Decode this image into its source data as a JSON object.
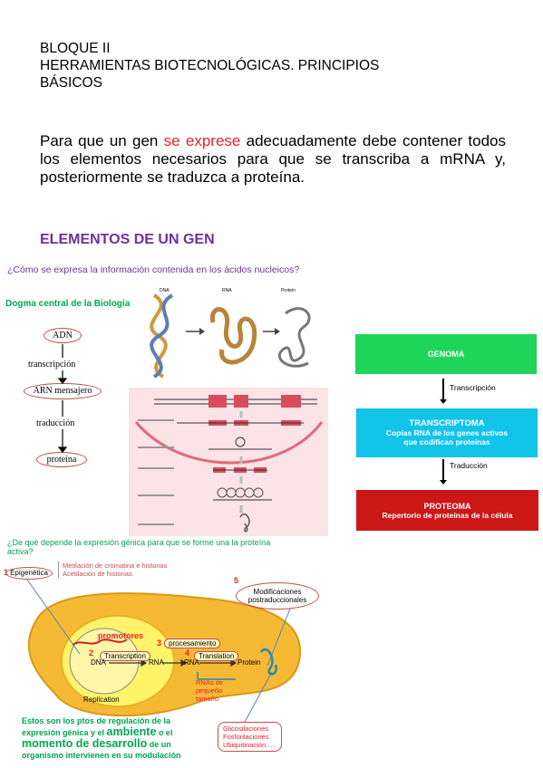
{
  "header": {
    "line1": "BLOQUE II",
    "line2": "HERRAMIENTAS BIOTECNOLÓGICAS. PRINCIPIOS",
    "line3": "BÁSICOS"
  },
  "intro": {
    "before": "Para que un gen ",
    "highlight": "se exprese",
    "after": " adecuadamente debe contener todos los elementos necesarios para que se transcriba a mRNA y, posteriormente se traduzca a proteína."
  },
  "section_title": "ELEMENTOS DE UN GEN",
  "question1": "¿Cómo se expresa la información contenida en los ácidos nucleicos?",
  "dogma": {
    "title": "Dogma central de la Biología",
    "adn": "ADN",
    "transcripcion": "transcripción",
    "arn": "ARN mensajero",
    "traduccion": "traducción",
    "proteina": "proteína"
  },
  "figure": {
    "dna": "DNA",
    "rna": "RNA",
    "protein": "Protein"
  },
  "flow": {
    "genoma": "GENOMA",
    "transcripcion": "Transcripción",
    "transcriptoma_title": "TRANSCRIPTOMA",
    "transcriptoma_sub1": "Copias RNA de los genes activos",
    "transcriptoma_sub2": "que codifican proteínas",
    "traduccion": "Traducción",
    "proteoma_title": "PROTEOMA",
    "proteoma_sub": "Repertorio de proteínas de la célula",
    "colors": {
      "genoma": "#1fd65a",
      "transcriptoma": "#12c3ea",
      "proteoma": "#cc1717"
    }
  },
  "bottom": {
    "question2_line1": "¿De qué depende la expresión génica para que se forme una la proteína",
    "question2_line2": "activa?",
    "n1": "1",
    "epigenetica": "Epigenética",
    "epi1": "Metilación de cromatina e histonas",
    "epi2": "Acetilación de histonas",
    "n5": "5",
    "mod1": "Modificaciones",
    "mod2": "postraduccionales",
    "promotores": "promotores",
    "n3": "3",
    "procesamiento": "procesamiento",
    "n2": "2",
    "transcription": "Transcription",
    "n4": "4",
    "translation": "Translation",
    "dna": "DNA",
    "rna1": "RNA",
    "rna2": "RNA",
    "protein": "Protein",
    "replication": "Replication",
    "rnas1": "RNAs de",
    "rnas2": "pequeño",
    "rnas3": "tamaño",
    "glic1": "Glicosilaciones",
    "glic2": "Fosforilaciones",
    "glic3": "Ubiquitinación…..",
    "estos1": "Estos son los ptos de regulación de la",
    "estos2a": "expresión génica y el ",
    "estos2b": "ambiente",
    "estos2c": " o el",
    "estos3a": "momento de desarrollo",
    "estos3b": " de un",
    "estos4": "organismo intervienen en su modulación"
  }
}
